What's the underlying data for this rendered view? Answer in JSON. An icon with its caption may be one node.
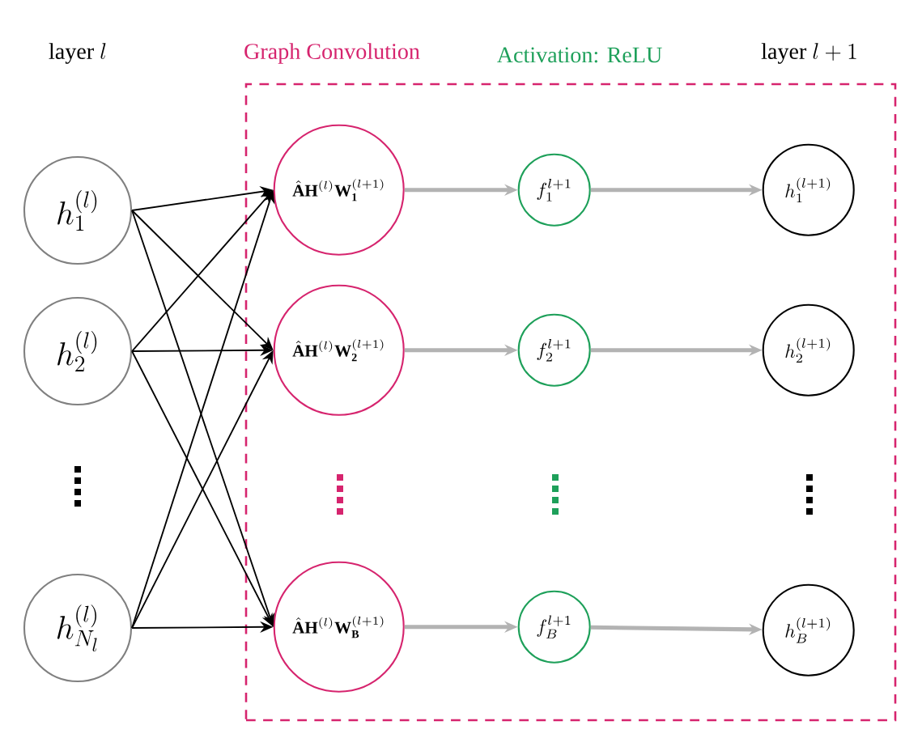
{
  "diagram": {
    "nodes": [
      {
        "text": [
          "h_1^{(l)}"
        ]
      },
      {
        "text": [
          "h_2^{(l)}"
        ]
      },
      {
        "text": [
          "h_{N_l}^{(l)}"
        ]
      },
      {
        "text": [],
        "shape": "box"
      },
      {
        "text": [
          "\\hat{\\mathbf{A}}\\mathbf{H}^{(l)}\\mathbf{W}_{\\mathbf{1}}^{(l+1)}"
        ],
        "in": 3
      },
      {
        "text": [
          "\\hat{\\mathbf{A}}\\mathbf{H}^{(l)}\\mathbf{W}_{\\mathbf{2}}^{(l+1)}"
        ],
        "in": 3
      },
      {
        "text": [
          "\\hat{\\mathbf{A}}\\mathbf{H}^{(l)}\\mathbf{W}_{\\mathbf{B}}^{(l+1)}"
        ],
        "in": 3
      },
      {
        "text": [
          "f_1^{l+1}"
        ],
        "in": 3
      },
      {
        "text": [
          "f_2^{l+1}"
        ],
        "in": 3
      },
      {
        "text": [
          "f_B^{l+1}"
        ],
        "in": 3
      },
      {
        "text": [
          "h_1^{(l+1)}"
        ],
        "in": 3
      },
      {
        "text": [
          "h_2^{(l+1)}"
        ],
        "in": 3
      },
      {
        "text": [
          "h_B^{(l+1)}"
        ],
        "in": 3
      }
    ],
    "edges": [
      {
        "from": 0,
        "to": 4,
        "arrow": "to"
      },
      {
        "from": 0,
        "to": 5,
        "arrow": "to"
      },
      {
        "from": 0,
        "to": 6,
        "arrow": "to"
      },
      {
        "from": 1,
        "to": 4,
        "arrow": "to"
      },
      {
        "from": 1,
        "to": 5,
        "arrow": "to"
      },
      {
        "from": 1,
        "to": 6,
        "arrow": "to"
      },
      {
        "from": 2,
        "to": 4,
        "arrow": "to"
      },
      {
        "from": 2,
        "to": 5,
        "arrow": "to"
      },
      {
        "from": 2,
        "to": 6,
        "arrow": "to"
      },
      {
        "from": 4,
        "to": 7,
        "arrow": "to",
        "style": "thick",
        "color": "#b3b3b3"
      },
      {
        "from": 5,
        "to": 8,
        "arrow": "to",
        "style": "thick",
        "color": "#b3b3b3"
      },
      {
        "from": 6,
        "to": 9,
        "arrow": "to",
        "style": "thick",
        "color": "#b3b3b3"
      },
      {
        "from": 7,
        "to": 10,
        "arrow": "to",
        "style": "thick",
        "color": "#b3b3b3"
      },
      {
        "from": 8,
        "to": 11,
        "arrow": "to",
        "style": "thick",
        "color": "#b3b3b3"
      },
      {
        "from": 9,
        "to": 12,
        "arrow": "to",
        "style": "thick",
        "color": "#b3b3b3"
      }
    ],
    "labels": [
      "\\textrm{layer}\\ l",
      "Graph Convolution",
      "Activation: ReLU",
      "\\textrm{layer}\\ l+1"
    ]
  }
}
